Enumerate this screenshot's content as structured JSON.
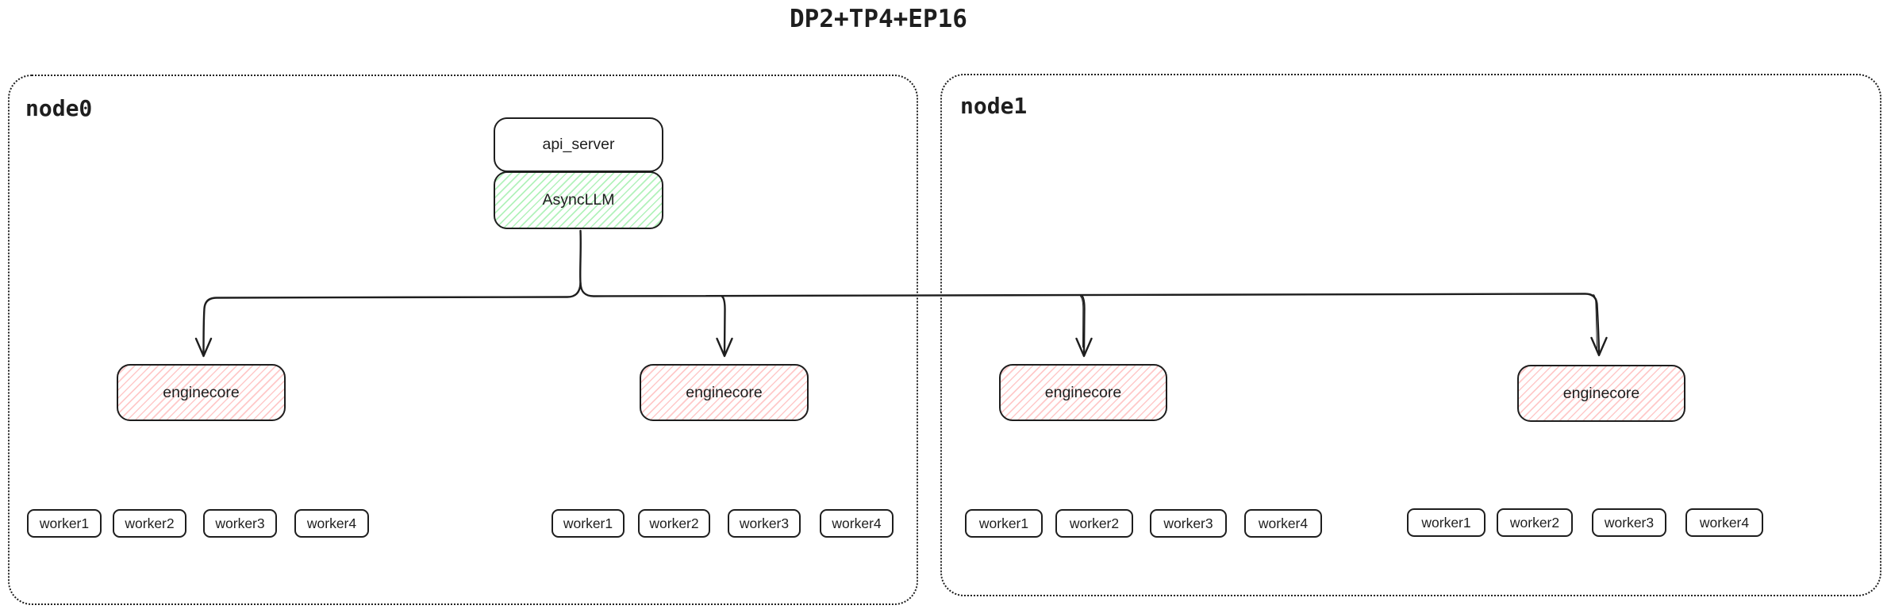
{
  "title": "DP2+TP4+EP16",
  "colors": {
    "stroke": "#1e1e1e",
    "green_hatch": "#b2f2bb",
    "red_hatch": "#ffc9c9",
    "canvas_bg": "#ffffff"
  },
  "node0": {
    "label": "node0",
    "api_server": {
      "label": "api_server"
    },
    "async_llm": {
      "label": "AsyncLLM"
    },
    "enginecores": [
      {
        "label": "enginecore"
      },
      {
        "label": "enginecore"
      }
    ],
    "worker_groups": [
      {
        "workers": [
          {
            "label": "worker1"
          },
          {
            "label": "worker2"
          },
          {
            "label": "worker3"
          },
          {
            "label": "worker4"
          }
        ]
      },
      {
        "workers": [
          {
            "label": "worker1"
          },
          {
            "label": "worker2"
          },
          {
            "label": "worker3"
          },
          {
            "label": "worker4"
          }
        ]
      }
    ]
  },
  "node1": {
    "label": "node1",
    "enginecores": [
      {
        "label": "enginecore"
      },
      {
        "label": "enginecore"
      }
    ],
    "worker_groups": [
      {
        "workers": [
          {
            "label": "worker1"
          },
          {
            "label": "worker2"
          },
          {
            "label": "worker3"
          },
          {
            "label": "worker4"
          }
        ]
      },
      {
        "workers": [
          {
            "label": "worker1"
          },
          {
            "label": "worker2"
          },
          {
            "label": "worker3"
          },
          {
            "label": "worker4"
          }
        ]
      }
    ]
  }
}
